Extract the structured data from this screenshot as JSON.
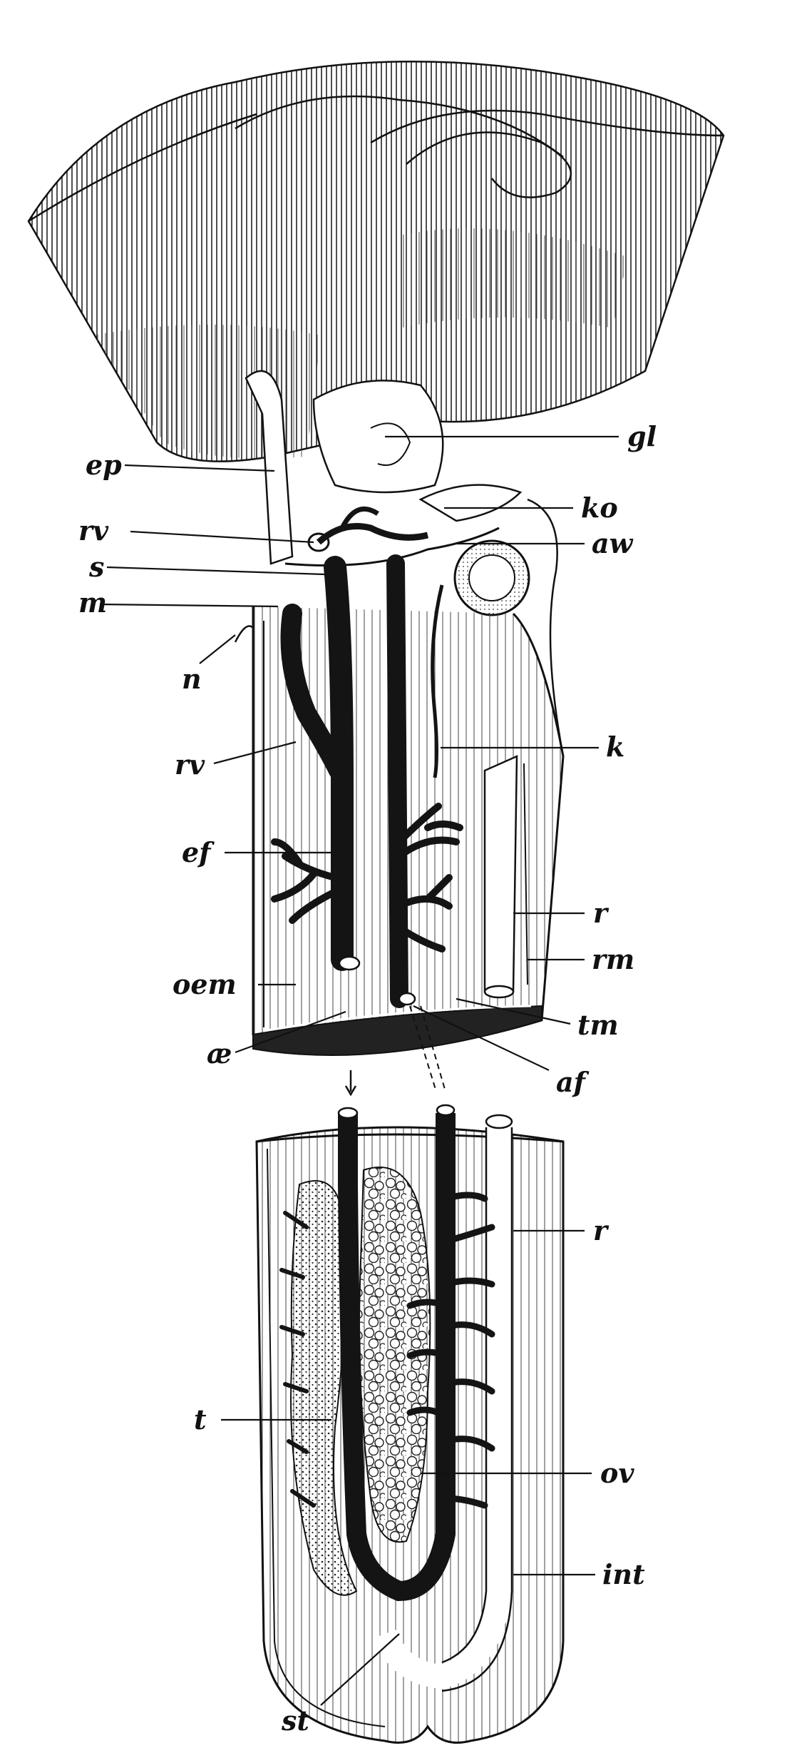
{
  "figure": {
    "labels": {
      "gl": "gl",
      "ep": "ep",
      "ko": "ko",
      "rv_top": "rv",
      "aw": "aw",
      "s": "s",
      "m": "m",
      "n": "n",
      "k": "k",
      "rv_mid": "rv",
      "ef": "ef",
      "r_top": "r",
      "rm": "rm",
      "oem": "oem",
      "tm": "tm",
      "ae": "æ",
      "af": "af",
      "r_bottom": "r",
      "t": "t",
      "ov": "ov",
      "int": "int",
      "st": "st"
    },
    "colors": {
      "ink": "#111111",
      "paper": "#ffffff"
    }
  }
}
